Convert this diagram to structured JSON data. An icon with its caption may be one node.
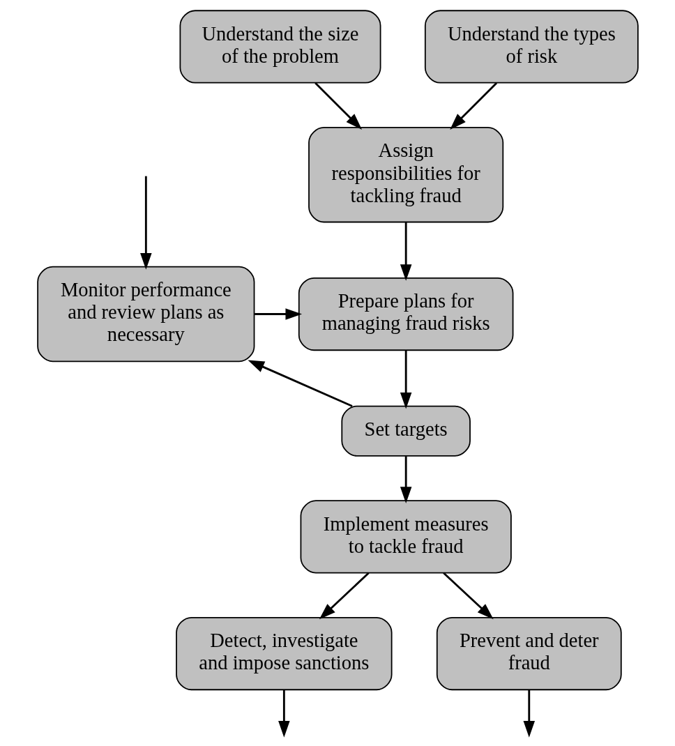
{
  "diagram": {
    "nodes": [
      {
        "text": [
          "Understand the size of the problem"
        ]
      },
      {
        "text": [
          "Understand the types of risk"
        ]
      },
      {
        "text": [
          "Assign responsibilities for tackling fraud"
        ]
      },
      {
        "text": [
          "Monitor performance and review plans as necessary"
        ]
      },
      {
        "text": [
          "Prepare plans for managing fraud risks"
        ]
      },
      {
        "text": [
          "Set targets"
        ]
      },
      {
        "text": [
          "Implement measures to tackle fraud"
        ]
      },
      {
        "text": [
          "Detect, investigate and impose sanctions"
        ]
      },
      {
        "text": [
          "Prevent and deter fraud"
        ]
      }
    ],
    "edges": [
      {
        "from": 0,
        "to": 2,
        "arrow": "to"
      },
      {
        "from": 1,
        "to": 2,
        "arrow": "to"
      },
      {
        "from": 2,
        "to": 4,
        "arrow": "to"
      },
      {
        "from": 3,
        "to": 4,
        "arrow": "to"
      },
      {
        "from": 4,
        "to": 5,
        "arrow": "to"
      },
      {
        "from": 5,
        "to": 3,
        "arrow": "to"
      },
      {
        "from": null,
        "to": 3,
        "arrow": "to"
      },
      {
        "from": 5,
        "to": 6,
        "arrow": "to"
      },
      {
        "from": 6,
        "to": 7,
        "arrow": "to"
      },
      {
        "from": 6,
        "to": 8,
        "arrow": "to"
      },
      {
        "from": 7,
        "to": null,
        "arrow": "to"
      },
      {
        "from": 8,
        "to": null,
        "arrow": "to"
      }
    ]
  }
}
